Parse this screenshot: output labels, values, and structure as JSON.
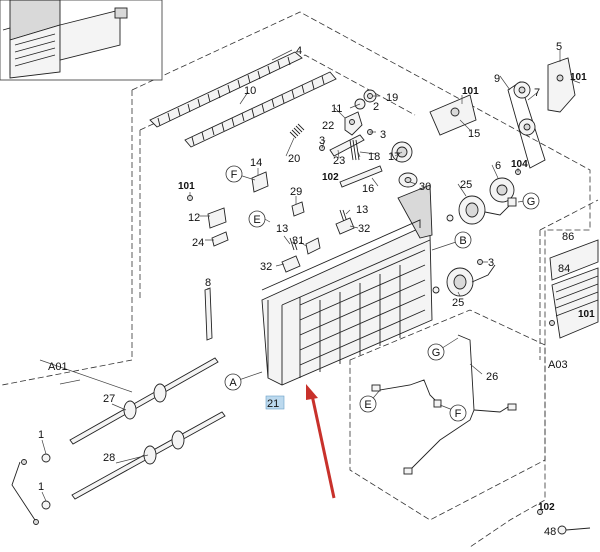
{
  "part_numbers": {
    "p1a": "1",
    "p1b": "1",
    "p2": "2",
    "p3a": "3",
    "p3b": "3",
    "p3c": "3",
    "p4": "4",
    "p5": "5",
    "p6": "6",
    "p7": "7",
    "p8": "8",
    "p9": "9",
    "p10": "10",
    "p11": "11",
    "p12": "12",
    "p13a": "13",
    "p13b": "13",
    "p14": "14",
    "p15": "15",
    "p16": "16",
    "p17": "17",
    "p18": "18",
    "p19": "19",
    "p20": "20",
    "p21": "21",
    "p22": "22",
    "p23": "23",
    "p24": "24",
    "p25a": "25",
    "p25b": "25",
    "p26": "26",
    "p27": "27",
    "p28": "28",
    "p29": "29",
    "p30": "30",
    "p31": "31",
    "p32a": "32",
    "p32b": "32",
    "p48": "48",
    "p84": "84",
    "p86": "86",
    "p101a": "101",
    "p101b": "101",
    "p101c": "101",
    "p101d": "101",
    "p102a": "102",
    "p102b": "102",
    "p104": "104"
  },
  "connector_letters": {
    "a1": "A",
    "b1": "B",
    "e1": "E",
    "e2": "E",
    "f1": "F",
    "f2": "F",
    "g1": "G",
    "g2": "G"
  },
  "section_labels": {
    "a01": "A01",
    "a03": "A03"
  },
  "colors": {
    "arrow": "#c8312b",
    "highlight": "#bcd9ee",
    "line": "#222222"
  }
}
